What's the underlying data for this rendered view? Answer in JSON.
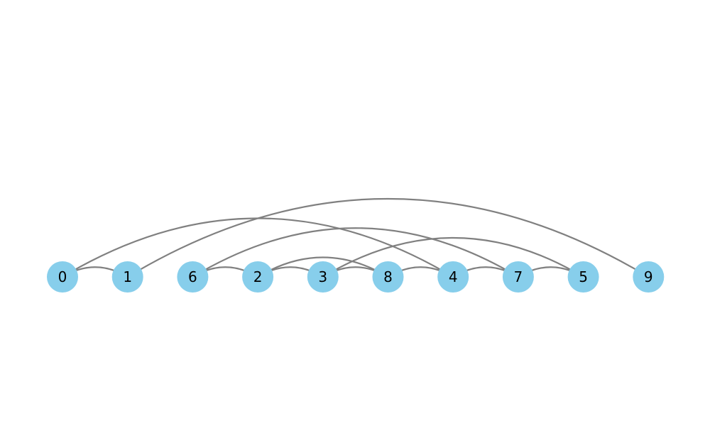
{
  "graph": {
    "node_color": "#87CEEB",
    "edge_color": "#808080",
    "label_color": "#000000",
    "nodes": [
      {
        "id": "0",
        "label": "0"
      },
      {
        "id": "1",
        "label": "1"
      },
      {
        "id": "6",
        "label": "6"
      },
      {
        "id": "2",
        "label": "2"
      },
      {
        "id": "3",
        "label": "3"
      },
      {
        "id": "8",
        "label": "8"
      },
      {
        "id": "4",
        "label": "4"
      },
      {
        "id": "7",
        "label": "7"
      },
      {
        "id": "5",
        "label": "5"
      },
      {
        "id": "9",
        "label": "9"
      }
    ],
    "edges": [
      {
        "source": "0",
        "target": "1"
      },
      {
        "source": "0",
        "target": "4"
      },
      {
        "source": "1",
        "target": "9"
      },
      {
        "source": "6",
        "target": "2"
      },
      {
        "source": "6",
        "target": "7"
      },
      {
        "source": "2",
        "target": "3"
      },
      {
        "source": "2",
        "target": "8"
      },
      {
        "source": "3",
        "target": "8"
      },
      {
        "source": "3",
        "target": "5"
      },
      {
        "source": "8",
        "target": "4"
      },
      {
        "source": "4",
        "target": "7"
      },
      {
        "source": "7",
        "target": "5"
      }
    ]
  }
}
